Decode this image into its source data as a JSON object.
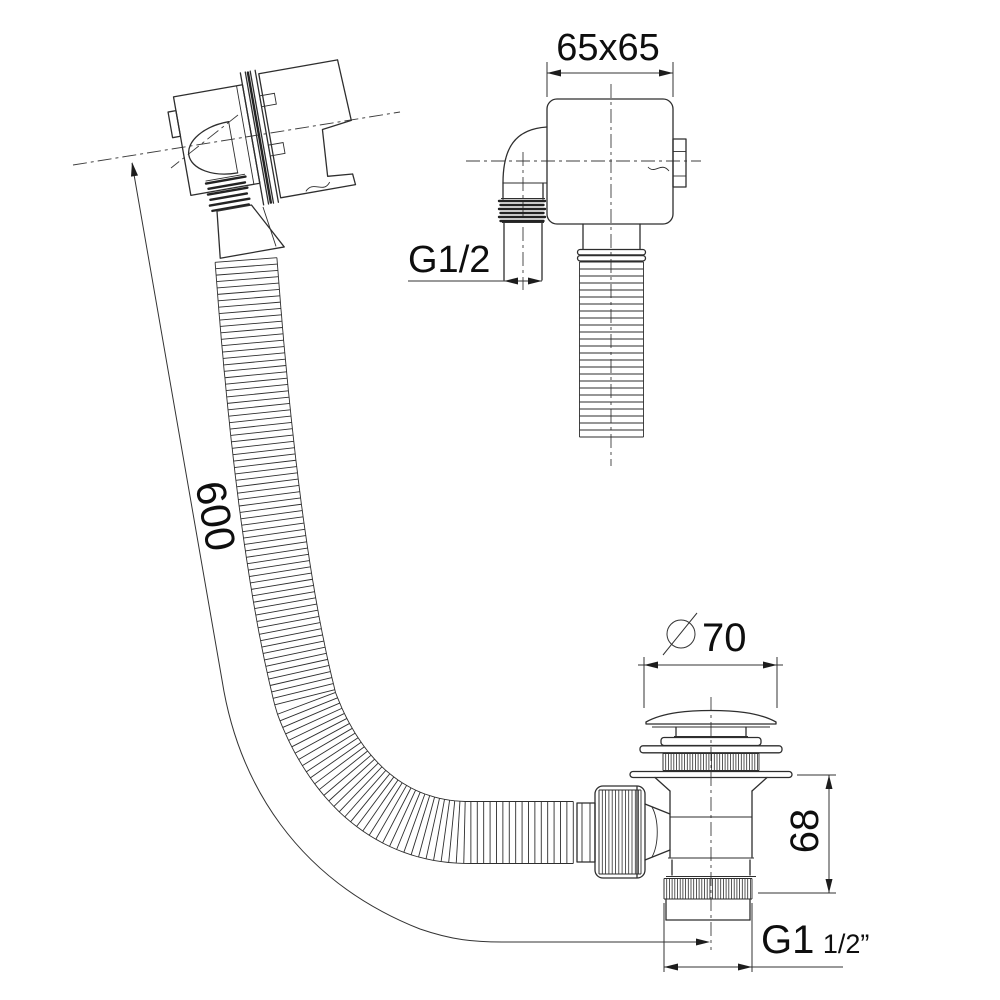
{
  "drawing": {
    "kind": "bath-overflow-filler-and-waste-technical-drawing",
    "colors": {
      "background": "#ffffff",
      "line": "#2e2e2e",
      "text": "#0e0e0e"
    }
  },
  "dim": {
    "overflow_size": "65x65",
    "overflow_thread": "G1/2",
    "hose_length": "600",
    "diameter_symbol": "⌀",
    "cap_diameter": "70",
    "waste_height": "68",
    "waste_thread_main": "G1",
    "waste_thread_frac": "1/2”"
  }
}
